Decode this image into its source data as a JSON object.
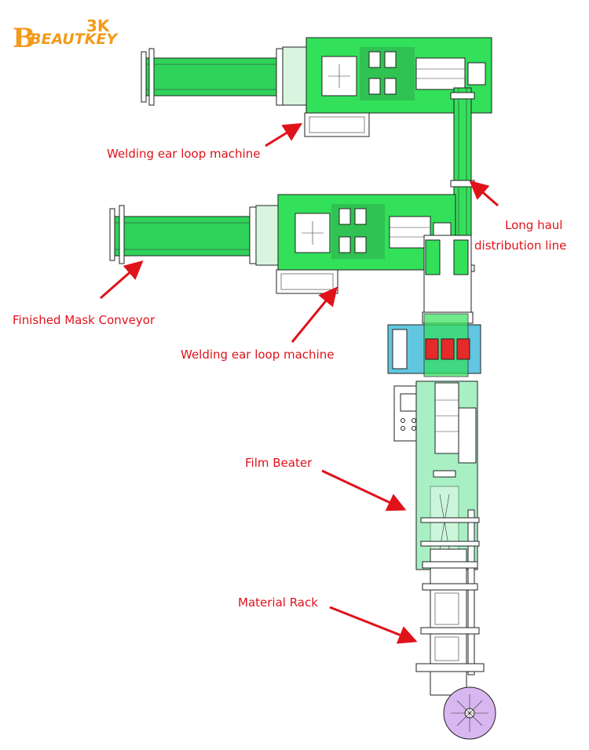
{
  "brand": {
    "name": "BEAUTKEY",
    "initial": "B",
    "badge": "3K"
  },
  "colors": {
    "machine_green": "#33e05a",
    "conveyor_green": "#2fd35a",
    "line_mint": "#a8f0c4",
    "station_blue": "#62c6e0",
    "unit_red": "#e52a2a",
    "reel_purple": "#d8b6f0",
    "label_red": "#e0121a",
    "brand_orange": "#f39a1b"
  },
  "labels": {
    "welding_top": "Welding ear loop machine",
    "long_haul_1": "Long haul",
    "long_haul_2": "distribution line",
    "finished_conveyor": "Finished Mask Conveyor",
    "welding_bottom": "Welding ear loop machine",
    "film_beater": "Film Beater",
    "material_rack": "Material Rack"
  }
}
